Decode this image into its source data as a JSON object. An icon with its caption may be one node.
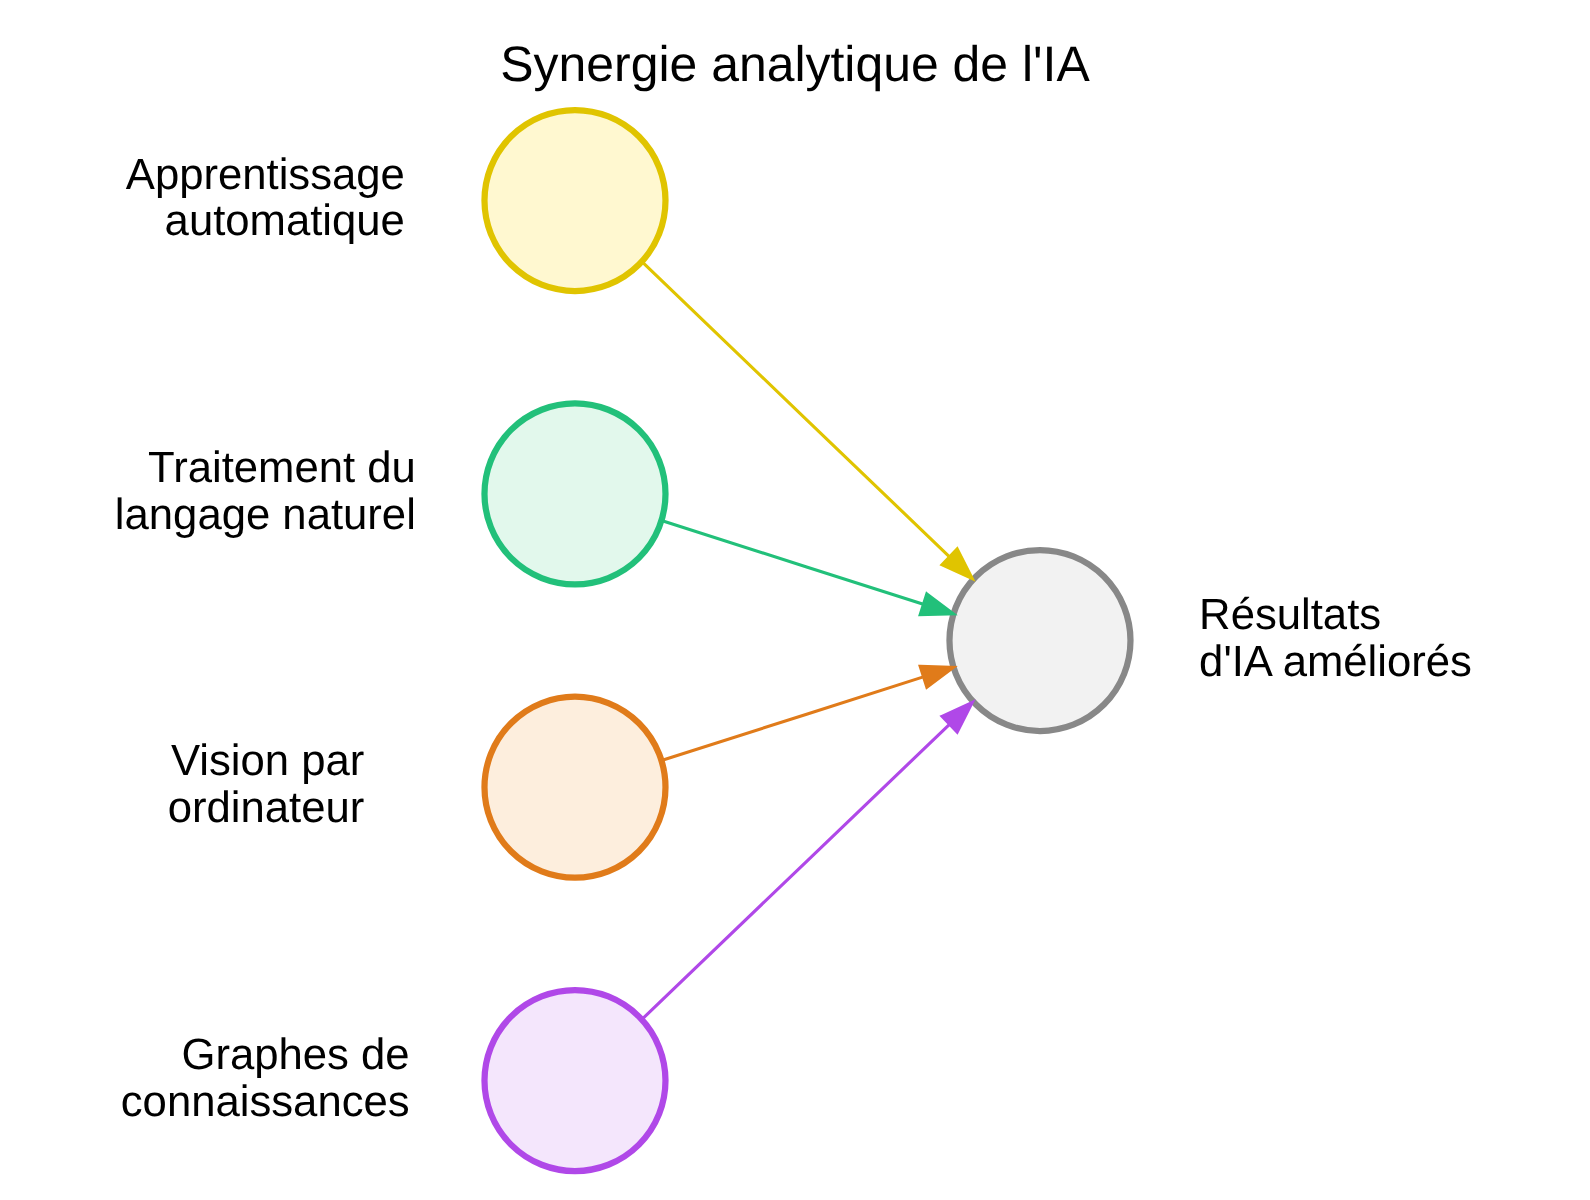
{
  "diagram": {
    "title": "Synergie analytique de l'IA",
    "nodes": [
      {
        "text": [],
        "shape": "circle",
        "beside": [
          "Apprentissage automatique"
        ]
      },
      {
        "text": [],
        "shape": "circle",
        "beside": [
          "Traitement du langage naturel"
        ]
      },
      {
        "text": [],
        "shape": "circle",
        "beside": [
          "Vision par ordinateur"
        ]
      },
      {
        "text": [],
        "shape": "circle",
        "beside": [
          "Graphes de connaissances"
        ]
      },
      {
        "text": [],
        "shape": "circle",
        "beside": [
          "Résultats d'IA améliorés"
        ]
      }
    ],
    "edges": [
      {
        "from": 0,
        "to": 4,
        "arrow": "to",
        "color": "#e0c400"
      },
      {
        "from": 1,
        "to": 4,
        "arrow": "to",
        "color": "#22c07a"
      },
      {
        "from": 2,
        "to": 4,
        "arrow": "to",
        "color": "#e07b1a"
      },
      {
        "from": 3,
        "to": 4,
        "arrow": "to",
        "color": "#b048e8"
      }
    ]
  }
}
